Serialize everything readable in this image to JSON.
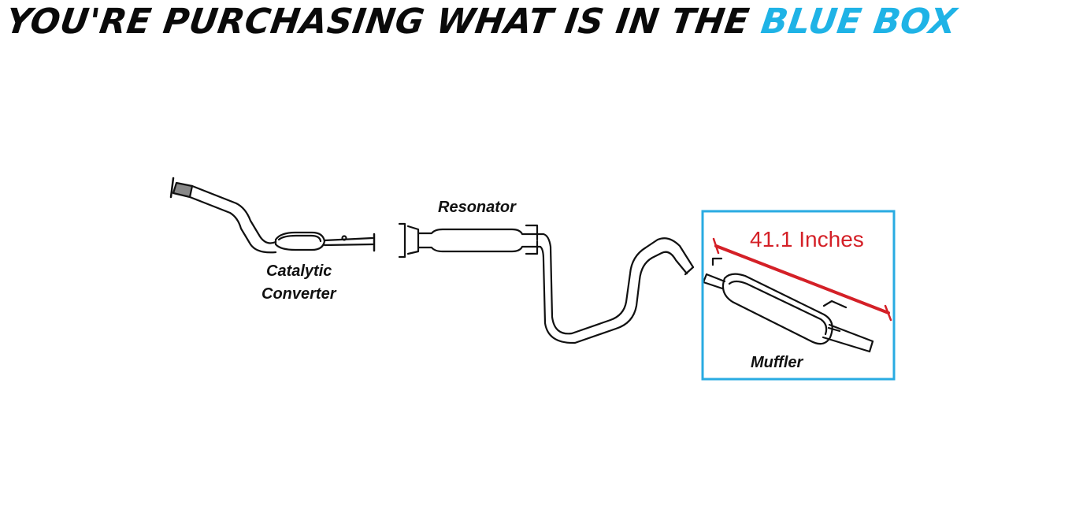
{
  "banner": {
    "text": "YOU'RE PURCHASING WHAT IS IN THE",
    "highlight": "BLUE BOX",
    "highlight_color": "#1fb3e6"
  },
  "labels": {
    "catalytic_line1": "Catalytic",
    "catalytic_line2": "Converter",
    "resonator": "Resonator",
    "muffler": "Muffler",
    "measurement": "41.1 Inches"
  },
  "colors": {
    "box": "#29abe2",
    "measure": "#d42027",
    "ink": "#111111"
  }
}
